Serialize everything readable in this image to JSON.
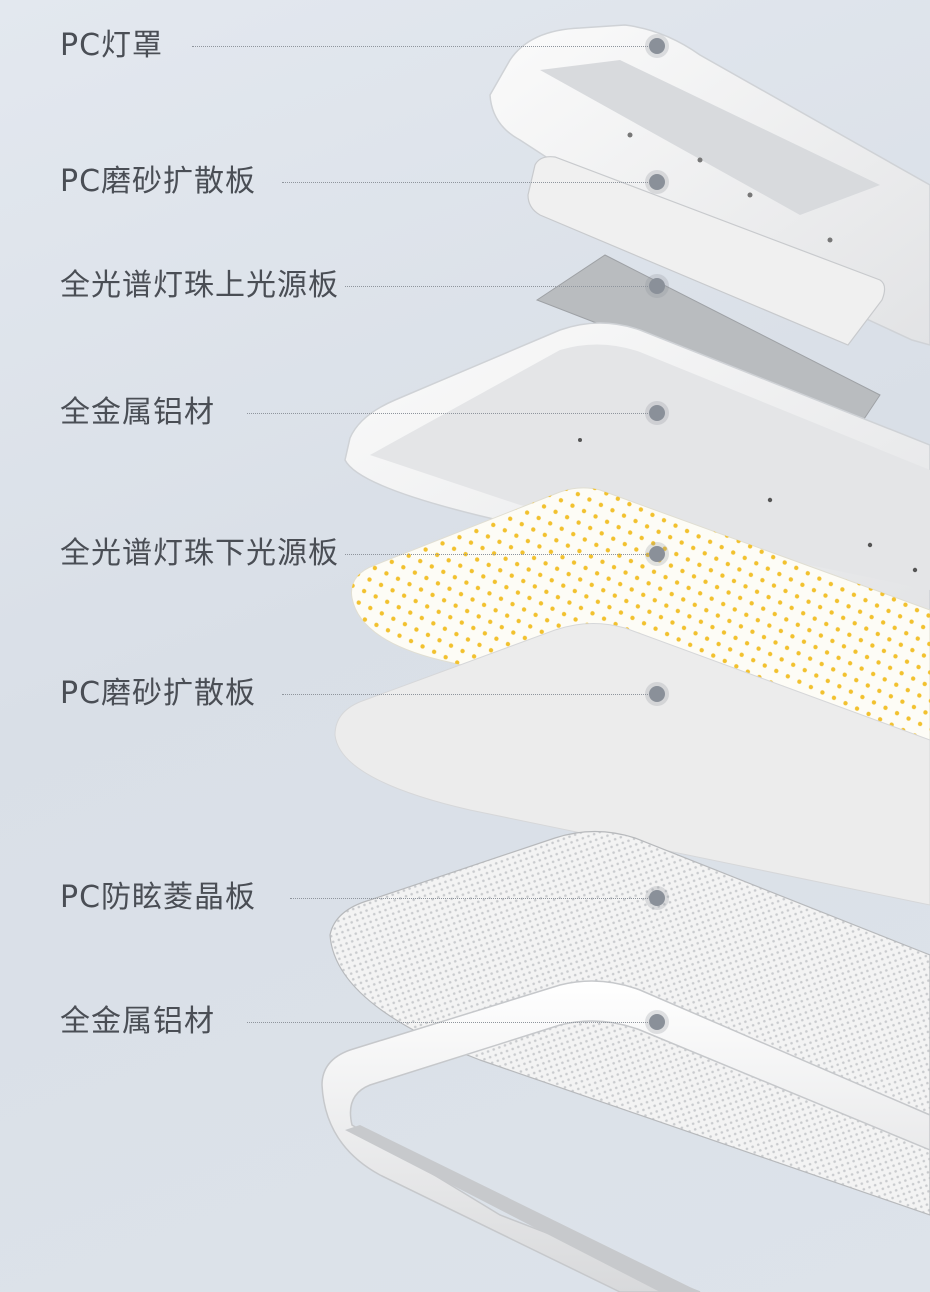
{
  "layers": [
    {
      "label": "PC灯罩"
    },
    {
      "label": "PC磨砂扩散板"
    },
    {
      "label": "全光谱灯珠上光源板"
    },
    {
      "label": "全金属铝材"
    },
    {
      "label": "全光谱灯珠下光源板"
    },
    {
      "label": "PC磨砂扩散板"
    },
    {
      "label": "PC防眩菱晶板"
    },
    {
      "label": "全金属铝材"
    }
  ],
  "colors": {
    "led": "#f2c12e",
    "panel": "#ececec",
    "shell": "#f4f4f4",
    "pcb": "#b9bcbf"
  }
}
